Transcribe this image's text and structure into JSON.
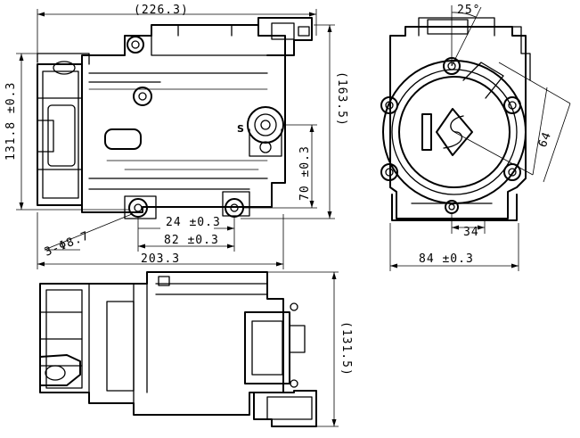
{
  "dimensions": {
    "overall_length_top": "(226.3)",
    "mount_height_left": "131.8 ±0.3",
    "height_right": "(163.5)",
    "bolt_vertical": "70 ±0.3",
    "bolt_spacing_24": "24 ±0.3",
    "bolt_spacing_82": "82 ±0.3",
    "hole_dia": "3-Φ8.7",
    "base_length": "203.3",
    "angle": "25°",
    "front_64": "64",
    "front_34": "34",
    "front_84": "84 ±0.3",
    "bottom_height": "(131.5)"
  },
  "labels": {
    "suction_port": "S"
  },
  "colors": {
    "line": "#000000",
    "background": "#ffffff"
  }
}
